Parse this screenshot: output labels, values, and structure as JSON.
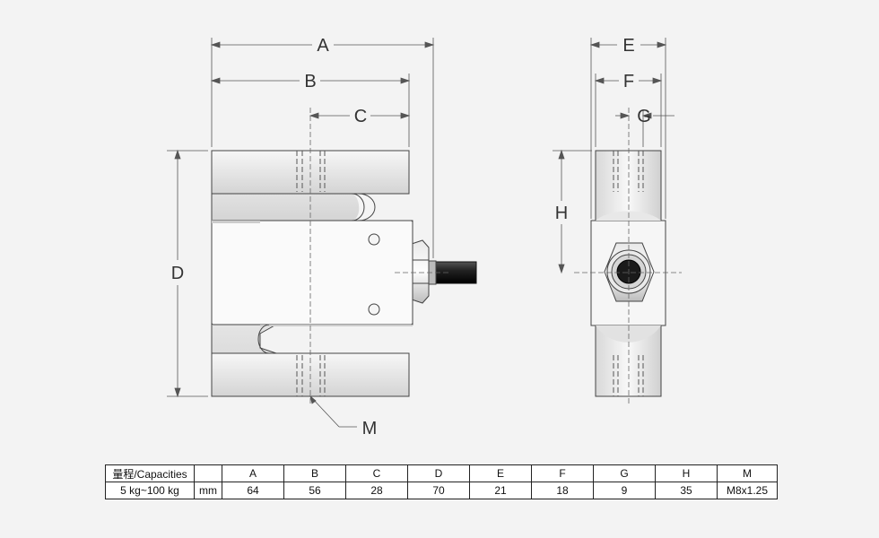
{
  "dimension_labels": {
    "A": "A",
    "B": "B",
    "C": "C",
    "D": "D",
    "E": "E",
    "F": "F",
    "G": "G",
    "H": "H",
    "M": "M"
  },
  "spec_table": {
    "header": {
      "capacity": "量程/Capacities",
      "unit": "",
      "A": "A",
      "B": "B",
      "C": "C",
      "D": "D",
      "E": "E",
      "F": "F",
      "G": "G",
      "H": "H",
      "M": "M"
    },
    "row": {
      "capacity": "5 kg~100 kg",
      "unit": "mm",
      "A": "64",
      "B": "56",
      "C": "28",
      "D": "70",
      "E": "21",
      "F": "18",
      "G": "9",
      "H": "35",
      "M": "M8x1.25"
    }
  }
}
